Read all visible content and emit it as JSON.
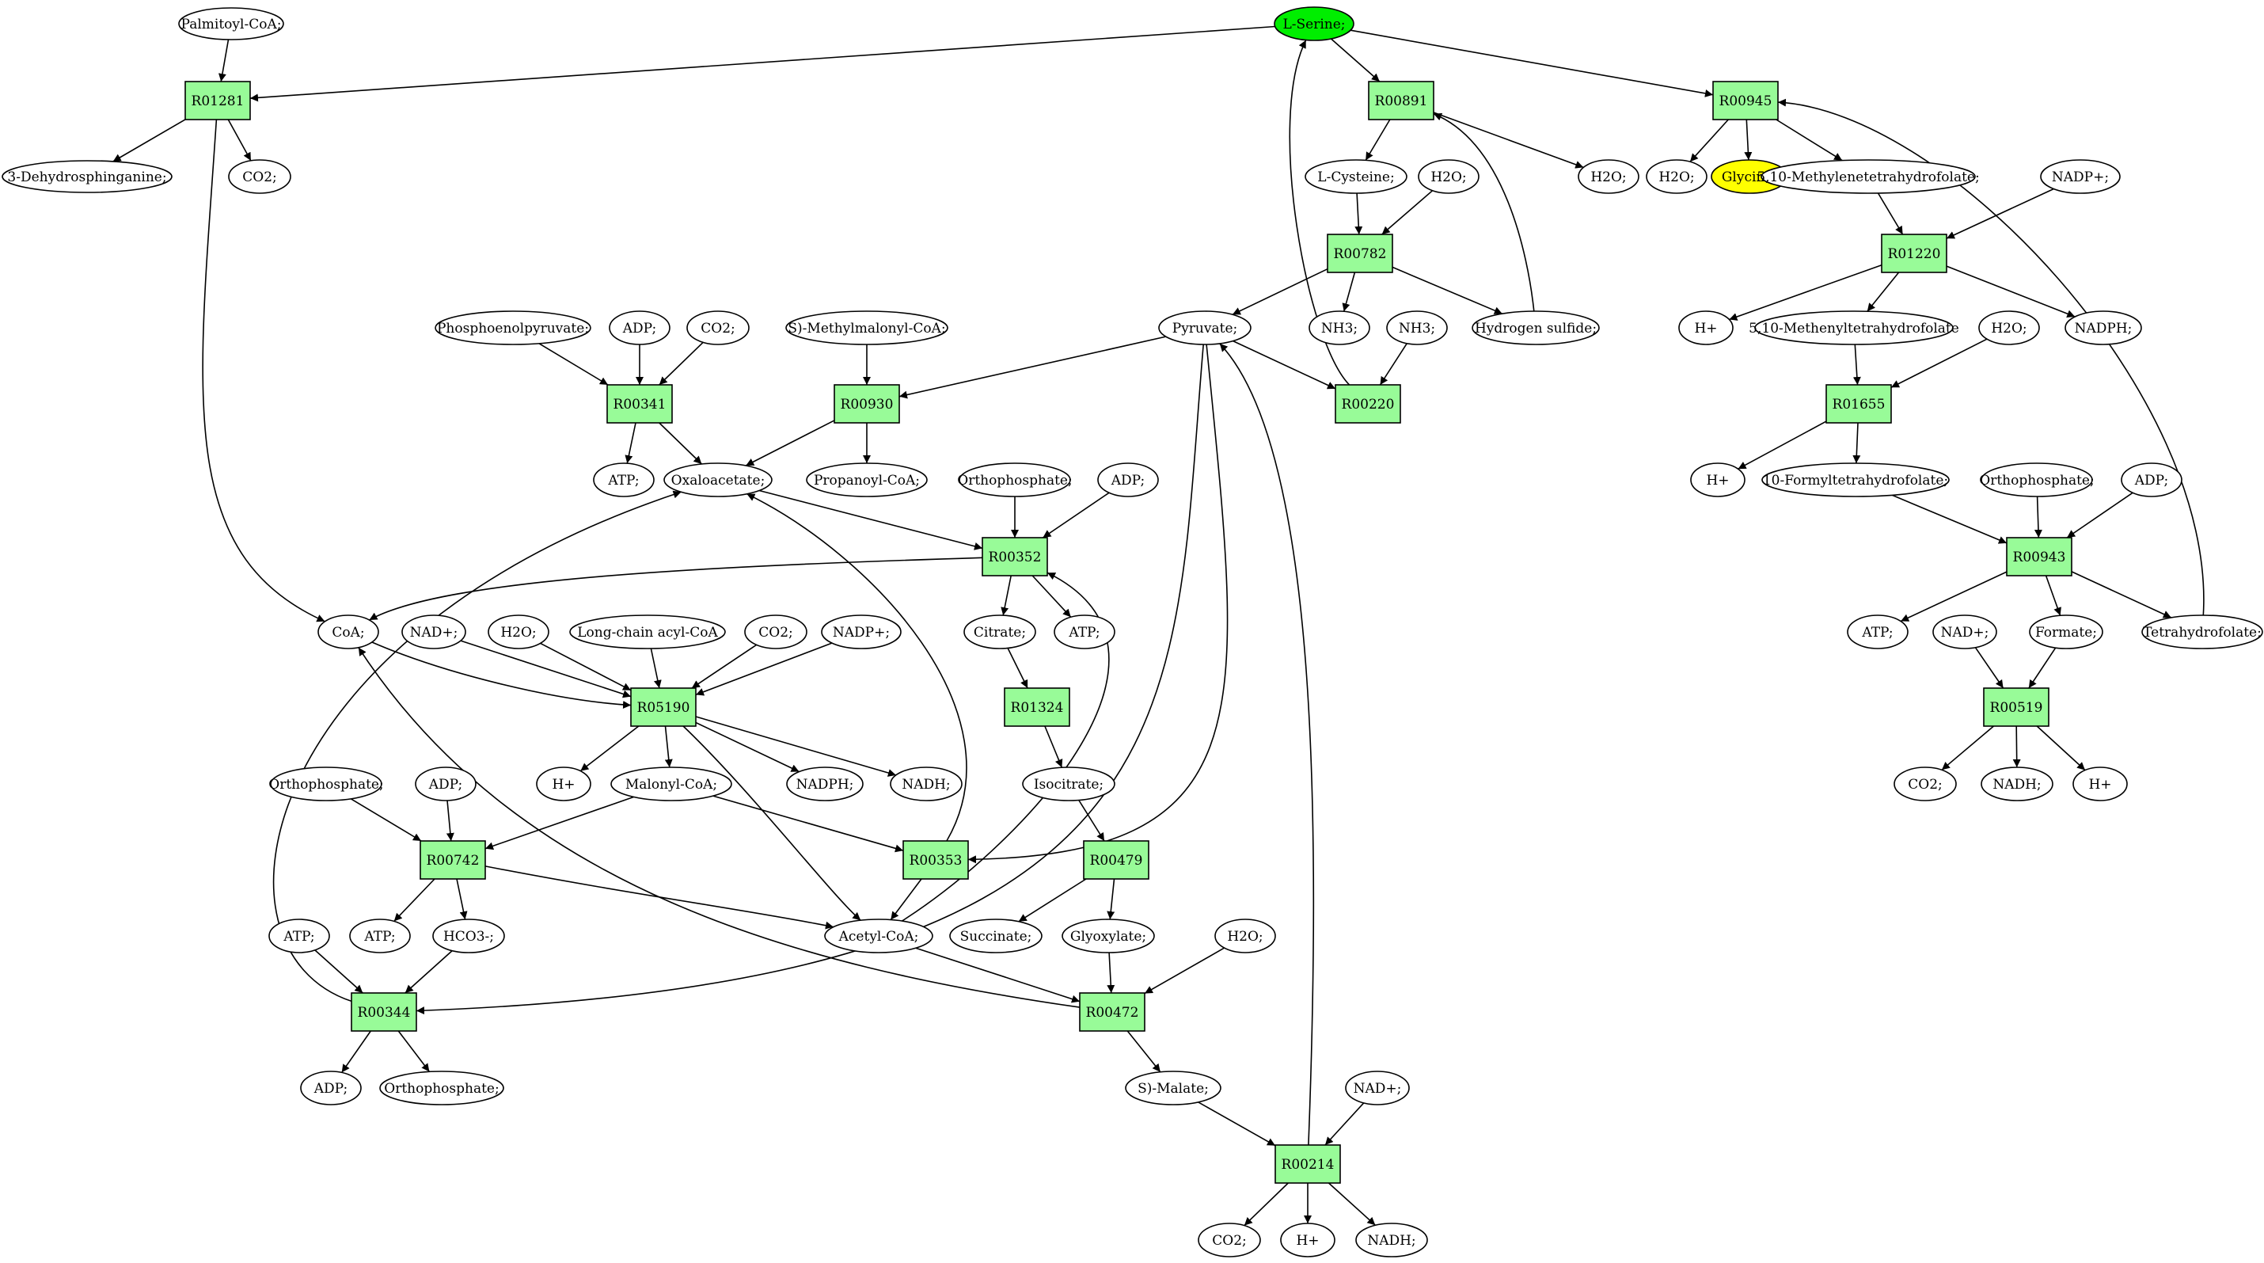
{
  "colors": {
    "start_compound": "#00ee00",
    "target_compound": "#ffff00",
    "reaction": "#98fb98",
    "compound": "#ffffff"
  },
  "nodes": [
    {
      "id": "lserine",
      "label": "L-Serine;",
      "kind": "compound",
      "role": "start"
    },
    {
      "id": "palmitoyl",
      "label": "Palmitoyl-CoA;",
      "kind": "compound"
    },
    {
      "id": "r01281",
      "label": "R01281",
      "kind": "reaction"
    },
    {
      "id": "dehydro",
      "label": "3-Dehydrosphinganine;",
      "kind": "compound"
    },
    {
      "id": "co2_a",
      "label": "CO2;",
      "kind": "compound"
    },
    {
      "id": "r00891",
      "label": "R00891",
      "kind": "reaction"
    },
    {
      "id": "cysteine",
      "label": "L-Cysteine;",
      "kind": "compound"
    },
    {
      "id": "h2o_a",
      "label": "H2O;",
      "kind": "compound"
    },
    {
      "id": "h2o_b",
      "label": "H2O;",
      "kind": "compound"
    },
    {
      "id": "r00945",
      "label": "R00945",
      "kind": "reaction"
    },
    {
      "id": "h2o_c",
      "label": "H2O;",
      "kind": "compound"
    },
    {
      "id": "glycine",
      "label": "Glycine;",
      "kind": "compound",
      "role": "target"
    },
    {
      "id": "methylene",
      "label": "5,10-Methylenetetrahydrofolate;",
      "kind": "compound"
    },
    {
      "id": "nadpplus_a",
      "label": "NADP+;",
      "kind": "compound"
    },
    {
      "id": "r00782",
      "label": "R00782",
      "kind": "reaction"
    },
    {
      "id": "nh3_a",
      "label": "NH3;",
      "kind": "compound"
    },
    {
      "id": "nh3_b",
      "label": "NH3;",
      "kind": "compound"
    },
    {
      "id": "h2s",
      "label": "Hydrogen sulfide;",
      "kind": "compound"
    },
    {
      "id": "pyruvate",
      "label": "Pyruvate;",
      "kind": "compound"
    },
    {
      "id": "r00220",
      "label": "R00220",
      "kind": "reaction"
    },
    {
      "id": "r01220",
      "label": "R01220",
      "kind": "reaction"
    },
    {
      "id": "hplus_a",
      "label": "H+",
      "kind": "compound"
    },
    {
      "id": "methenyl",
      "label": "5,10-Methenyltetrahydrofolate",
      "kind": "compound"
    },
    {
      "id": "nadph_a",
      "label": "NADPH;",
      "kind": "compound"
    },
    {
      "id": "h2o_d",
      "label": "H2O;",
      "kind": "compound"
    },
    {
      "id": "r01655",
      "label": "R01655",
      "kind": "reaction"
    },
    {
      "id": "hplus_b",
      "label": "H+",
      "kind": "compound"
    },
    {
      "id": "formylthf",
      "label": "10-Formyltetrahydrofolate;",
      "kind": "compound"
    },
    {
      "id": "ortho_a",
      "label": "Orthophosphate;",
      "kind": "compound"
    },
    {
      "id": "adp_a",
      "label": "ADP;",
      "kind": "compound"
    },
    {
      "id": "r00943",
      "label": "R00943",
      "kind": "reaction"
    },
    {
      "id": "atp_a",
      "label": "ATP;",
      "kind": "compound"
    },
    {
      "id": "nadplus_a",
      "label": "NAD+;",
      "kind": "compound"
    },
    {
      "id": "formate",
      "label": "Formate;",
      "kind": "compound"
    },
    {
      "id": "thf",
      "label": "Tetrahydrofolate;",
      "kind": "compound"
    },
    {
      "id": "r00519",
      "label": "R00519",
      "kind": "reaction"
    },
    {
      "id": "co2_b",
      "label": "CO2;",
      "kind": "compound"
    },
    {
      "id": "nadh_a",
      "label": "NADH;",
      "kind": "compound"
    },
    {
      "id": "hplus_c",
      "label": "H+",
      "kind": "compound"
    },
    {
      "id": "pep",
      "label": "Phosphoenolpyruvate;",
      "kind": "compound"
    },
    {
      "id": "adp_b",
      "label": "ADP;",
      "kind": "compound"
    },
    {
      "id": "co2_c",
      "label": "CO2;",
      "kind": "compound"
    },
    {
      "id": "r00341",
      "label": "R00341",
      "kind": "reaction"
    },
    {
      "id": "atp_b",
      "label": "ATP;",
      "kind": "compound"
    },
    {
      "id": "oxaloacetate",
      "label": "Oxaloacetate;",
      "kind": "compound"
    },
    {
      "id": "methylmalonyl",
      "label": "S)-Methylmalonyl-CoA;",
      "kind": "compound"
    },
    {
      "id": "r00930",
      "label": "R00930",
      "kind": "reaction"
    },
    {
      "id": "propanoyl",
      "label": "Propanoyl-CoA;",
      "kind": "compound"
    },
    {
      "id": "ortho_b",
      "label": "Orthophosphate;",
      "kind": "compound"
    },
    {
      "id": "adp_c",
      "label": "ADP;",
      "kind": "compound"
    },
    {
      "id": "r00352",
      "label": "R00352",
      "kind": "reaction"
    },
    {
      "id": "citrate",
      "label": "Citrate;",
      "kind": "compound"
    },
    {
      "id": "atp_c",
      "label": "ATP;",
      "kind": "compound"
    },
    {
      "id": "coa",
      "label": "CoA;",
      "kind": "compound"
    },
    {
      "id": "nadplus_b",
      "label": "NAD+;",
      "kind": "compound"
    },
    {
      "id": "h2o_e",
      "label": "H2O;",
      "kind": "compound"
    },
    {
      "id": "longchain",
      "label": "Long-chain acyl-CoA",
      "kind": "compound"
    },
    {
      "id": "co2_d",
      "label": "CO2;",
      "kind": "compound"
    },
    {
      "id": "nadpplus_b",
      "label": "NADP+;",
      "kind": "compound"
    },
    {
      "id": "r05190",
      "label": "R05190",
      "kind": "reaction"
    },
    {
      "id": "r01324",
      "label": "R01324",
      "kind": "reaction"
    },
    {
      "id": "hplus_d",
      "label": "H+",
      "kind": "compound"
    },
    {
      "id": "malonyl",
      "label": "Malonyl-CoA;",
      "kind": "compound"
    },
    {
      "id": "nadph_b",
      "label": "NADPH;",
      "kind": "compound"
    },
    {
      "id": "nadh_b",
      "label": "NADH;",
      "kind": "compound"
    },
    {
      "id": "isocitrate",
      "label": "Isocitrate;",
      "kind": "compound"
    },
    {
      "id": "ortho_c",
      "label": "Orthophosphate;",
      "kind": "compound"
    },
    {
      "id": "adp_d",
      "label": "ADP;",
      "kind": "compound"
    },
    {
      "id": "r00742",
      "label": "R00742",
      "kind": "reaction"
    },
    {
      "id": "r00353",
      "label": "R00353",
      "kind": "reaction"
    },
    {
      "id": "r00479",
      "label": "R00479",
      "kind": "reaction"
    },
    {
      "id": "atp_d",
      "label": "ATP;",
      "kind": "compound"
    },
    {
      "id": "atp_e",
      "label": "ATP;",
      "kind": "compound"
    },
    {
      "id": "hco3",
      "label": "HCO3-;",
      "kind": "compound"
    },
    {
      "id": "acetylcoa",
      "label": "Acetyl-CoA;",
      "kind": "compound"
    },
    {
      "id": "succinate",
      "label": "Succinate;",
      "kind": "compound"
    },
    {
      "id": "glyoxylate",
      "label": "Glyoxylate;",
      "kind": "compound"
    },
    {
      "id": "h2o_f",
      "label": "H2O;",
      "kind": "compound"
    },
    {
      "id": "r00344",
      "label": "R00344",
      "kind": "reaction"
    },
    {
      "id": "r00472",
      "label": "R00472",
      "kind": "reaction"
    },
    {
      "id": "adp_e",
      "label": "ADP;",
      "kind": "compound"
    },
    {
      "id": "ortho_d",
      "label": "Orthophosphate;",
      "kind": "compound"
    },
    {
      "id": "malate",
      "label": "S)-Malate;",
      "kind": "compound"
    },
    {
      "id": "nadplus_c",
      "label": "NAD+;",
      "kind": "compound"
    },
    {
      "id": "r00214",
      "label": "R00214",
      "kind": "reaction"
    },
    {
      "id": "co2_e",
      "label": "CO2;",
      "kind": "compound"
    },
    {
      "id": "hplus_e",
      "label": "H+",
      "kind": "compound"
    },
    {
      "id": "nadh_c",
      "label": "NADH;",
      "kind": "compound"
    }
  ],
  "edges": [
    {
      "from": "palmitoyl",
      "to": "r01281"
    },
    {
      "from": "lserine",
      "to": "r01281"
    },
    {
      "from": "r01281",
      "to": "dehydro"
    },
    {
      "from": "r01281",
      "to": "co2_a"
    },
    {
      "from": "r01281",
      "to": "coa"
    },
    {
      "from": "lserine",
      "to": "r00891"
    },
    {
      "from": "r00891",
      "to": "cysteine"
    },
    {
      "from": "r00891",
      "to": "h2o_b"
    },
    {
      "from": "h2s",
      "to": "r00891"
    },
    {
      "from": "lserine",
      "to": "r00945"
    },
    {
      "from": "r00945",
      "to": "h2o_c"
    },
    {
      "from": "r00945",
      "to": "glycine"
    },
    {
      "from": "r00945",
      "to": "methylene"
    },
    {
      "from": "thf",
      "to": "r00945"
    },
    {
      "from": "cysteine",
      "to": "r00782"
    },
    {
      "from": "h2o_a",
      "to": "r00782"
    },
    {
      "from": "r00782",
      "to": "pyruvate"
    },
    {
      "from": "r00782",
      "to": "nh3_a"
    },
    {
      "from": "r00782",
      "to": "h2s"
    },
    {
      "from": "pyruvate",
      "to": "r00220"
    },
    {
      "from": "nh3_b",
      "to": "r00220"
    },
    {
      "from": "r00220",
      "to": "lserine"
    },
    {
      "from": "methylene",
      "to": "r01220"
    },
    {
      "from": "nadpplus_a",
      "to": "r01220"
    },
    {
      "from": "r01220",
      "to": "hplus_a"
    },
    {
      "from": "r01220",
      "to": "methenyl"
    },
    {
      "from": "r01220",
      "to": "nadph_a"
    },
    {
      "from": "methenyl",
      "to": "r01655"
    },
    {
      "from": "h2o_d",
      "to": "r01655"
    },
    {
      "from": "r01655",
      "to": "hplus_b"
    },
    {
      "from": "r01655",
      "to": "formylthf"
    },
    {
      "from": "formylthf",
      "to": "r00943"
    },
    {
      "from": "ortho_a",
      "to": "r00943"
    },
    {
      "from": "adp_a",
      "to": "r00943"
    },
    {
      "from": "r00943",
      "to": "atp_a"
    },
    {
      "from": "r00943",
      "to": "formate"
    },
    {
      "from": "r00943",
      "to": "thf"
    },
    {
      "from": "nadplus_a",
      "to": "r00519"
    },
    {
      "from": "formate",
      "to": "r00519"
    },
    {
      "from": "r00519",
      "to": "co2_b"
    },
    {
      "from": "r00519",
      "to": "nadh_a"
    },
    {
      "from": "r00519",
      "to": "hplus_c"
    },
    {
      "from": "pep",
      "to": "r00341"
    },
    {
      "from": "adp_b",
      "to": "r00341"
    },
    {
      "from": "co2_c",
      "to": "r00341"
    },
    {
      "from": "r00341",
      "to": "atp_b"
    },
    {
      "from": "r00341",
      "to": "oxaloacetate"
    },
    {
      "from": "methylmalonyl",
      "to": "r00930"
    },
    {
      "from": "pyruvate",
      "to": "r00930"
    },
    {
      "from": "r00930",
      "to": "oxaloacetate"
    },
    {
      "from": "r00930",
      "to": "propanoyl"
    },
    {
      "from": "oxaloacetate",
      "to": "r00352"
    },
    {
      "from": "ortho_b",
      "to": "r00352"
    },
    {
      "from": "adp_c",
      "to": "r00352"
    },
    {
      "from": "acetylcoa",
      "to": "r00352"
    },
    {
      "from": "r00352",
      "to": "coa"
    },
    {
      "from": "r00352",
      "to": "citrate"
    },
    {
      "from": "r00352",
      "to": "atp_c"
    },
    {
      "from": "citrate",
      "to": "r01324"
    },
    {
      "from": "r01324",
      "to": "isocitrate"
    },
    {
      "from": "isocitrate",
      "to": "r00479"
    },
    {
      "from": "r00479",
      "to": "succinate"
    },
    {
      "from": "r00479",
      "to": "glyoxylate"
    },
    {
      "from": "coa",
      "to": "r05190"
    },
    {
      "from": "nadplus_b",
      "to": "r05190"
    },
    {
      "from": "h2o_e",
      "to": "r05190"
    },
    {
      "from": "longchain",
      "to": "r05190"
    },
    {
      "from": "co2_d",
      "to": "r05190"
    },
    {
      "from": "nadpplus_b",
      "to": "r05190"
    },
    {
      "from": "r05190",
      "to": "hplus_d"
    },
    {
      "from": "r05190",
      "to": "malonyl"
    },
    {
      "from": "r05190",
      "to": "nadph_b"
    },
    {
      "from": "r05190",
      "to": "nadh_b"
    },
    {
      "from": "r05190",
      "to": "acetylcoa"
    },
    {
      "from": "ortho_c",
      "to": "r00742"
    },
    {
      "from": "adp_d",
      "to": "r00742"
    },
    {
      "from": "malonyl",
      "to": "r00742"
    },
    {
      "from": "r00742",
      "to": "atp_e"
    },
    {
      "from": "r00742",
      "to": "hco3"
    },
    {
      "from": "r00742",
      "to": "acetylcoa"
    },
    {
      "from": "malonyl",
      "to": "r00353"
    },
    {
      "from": "pyruvate",
      "to": "r00353"
    },
    {
      "from": "r00353",
      "to": "oxaloacetate"
    },
    {
      "from": "r00353",
      "to": "acetylcoa"
    },
    {
      "from": "atp_d",
      "to": "r00344"
    },
    {
      "from": "hco3",
      "to": "r00344"
    },
    {
      "from": "pyruvate",
      "to": "r00344"
    },
    {
      "from": "r00344",
      "to": "oxaloacetate"
    },
    {
      "from": "r00344",
      "to": "adp_e"
    },
    {
      "from": "r00344",
      "to": "ortho_d"
    },
    {
      "from": "acetylcoa",
      "to": "r00472"
    },
    {
      "from": "glyoxylate",
      "to": "r00472"
    },
    {
      "from": "h2o_f",
      "to": "r00472"
    },
    {
      "from": "r00472",
      "to": "coa"
    },
    {
      "from": "r00472",
      "to": "malate"
    },
    {
      "from": "malate",
      "to": "r00214"
    },
    {
      "from": "nadplus_c",
      "to": "r00214"
    },
    {
      "from": "r00214",
      "to": "pyruvate"
    },
    {
      "from": "r00214",
      "to": "co2_e"
    },
    {
      "from": "r00214",
      "to": "hplus_e"
    },
    {
      "from": "r00214",
      "to": "nadh_c"
    }
  ]
}
